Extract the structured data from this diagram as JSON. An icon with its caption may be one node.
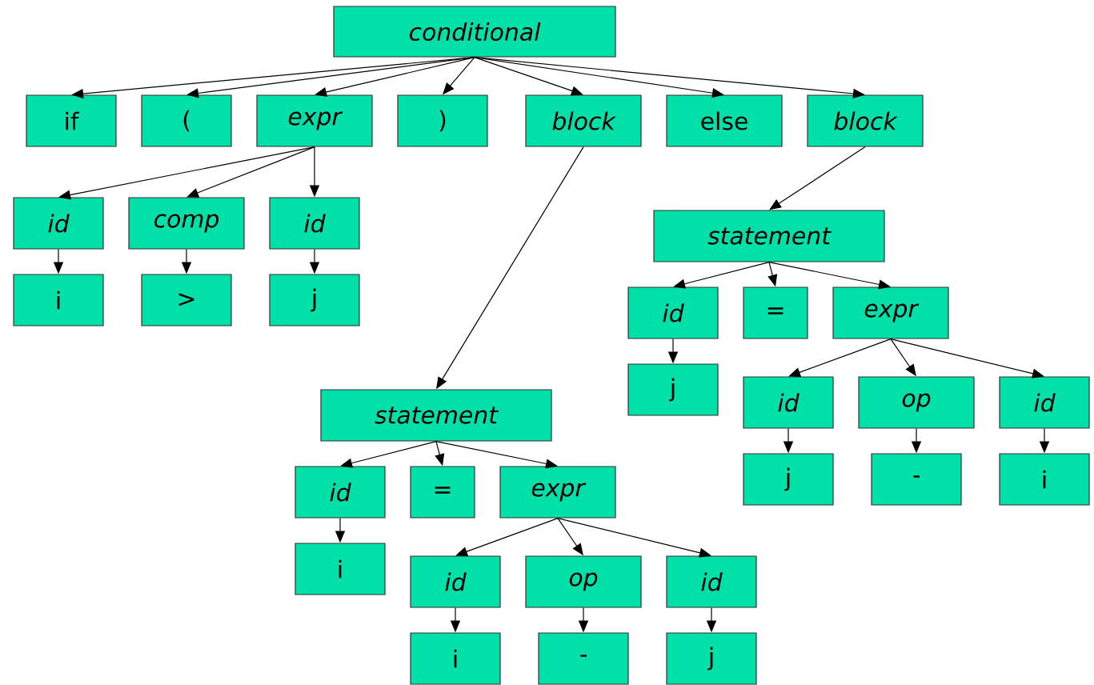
{
  "diagram": {
    "nodes": [
      {
        "text": [
          "conditional"
        ]
      },
      {
        "text": [
          "if"
        ]
      },
      {
        "text": [
          "("
        ]
      },
      {
        "text": [
          "expr"
        ]
      },
      {
        "text": [
          ")"
        ]
      },
      {
        "text": [
          "block"
        ]
      },
      {
        "text": [
          "else"
        ]
      },
      {
        "text": [
          "block"
        ]
      },
      {
        "text": [
          "id"
        ]
      },
      {
        "text": [
          "comp"
        ]
      },
      {
        "text": [
          "id"
        ]
      },
      {
        "text": [
          "i"
        ]
      },
      {
        "text": [
          ">"
        ]
      },
      {
        "text": [
          "j"
        ]
      },
      {
        "text": [
          "statement"
        ]
      },
      {
        "text": [
          "id"
        ]
      },
      {
        "text": [
          "="
        ]
      },
      {
        "text": [
          "expr"
        ]
      },
      {
        "text": [
          "j"
        ]
      },
      {
        "text": [
          "id"
        ]
      },
      {
        "text": [
          "op"
        ]
      },
      {
        "text": [
          "id"
        ]
      },
      {
        "text": [
          "j"
        ]
      },
      {
        "text": [
          "-"
        ]
      },
      {
        "text": [
          "i"
        ]
      },
      {
        "text": [
          "statement"
        ]
      },
      {
        "text": [
          "id"
        ]
      },
      {
        "text": [
          "="
        ]
      },
      {
        "text": [
          "expr"
        ]
      },
      {
        "text": [
          "i"
        ]
      },
      {
        "text": [
          "id"
        ]
      },
      {
        "text": [
          "op"
        ]
      },
      {
        "text": [
          "id"
        ]
      },
      {
        "text": [
          "i"
        ]
      },
      {
        "text": [
          "-"
        ]
      },
      {
        "text": [
          "j"
        ]
      }
    ],
    "edges": [
      {
        "from": 0,
        "to": 1,
        "arrow": "to"
      },
      {
        "from": 0,
        "to": 2,
        "arrow": "to"
      },
      {
        "from": 0,
        "to": 3,
        "arrow": "to"
      },
      {
        "from": 0,
        "to": 4,
        "arrow": "to"
      },
      {
        "from": 0,
        "to": 5,
        "arrow": "to"
      },
      {
        "from": 0,
        "to": 6,
        "arrow": "to"
      },
      {
        "from": 0,
        "to": 7,
        "arrow": "to"
      },
      {
        "from": 3,
        "to": 8,
        "arrow": "to"
      },
      {
        "from": 3,
        "to": 9,
        "arrow": "to"
      },
      {
        "from": 3,
        "to": 10,
        "arrow": "to"
      },
      {
        "from": 8,
        "to": 11,
        "arrow": "to"
      },
      {
        "from": 9,
        "to": 12,
        "arrow": "to"
      },
      {
        "from": 10,
        "to": 13,
        "arrow": "to"
      },
      {
        "from": 7,
        "to": 14,
        "arrow": "to"
      },
      {
        "from": 14,
        "to": 15,
        "arrow": "to"
      },
      {
        "from": 14,
        "to": 16,
        "arrow": "to"
      },
      {
        "from": 14,
        "to": 17,
        "arrow": "to"
      },
      {
        "from": 15,
        "to": 18,
        "arrow": "to"
      },
      {
        "from": 17,
        "to": 19,
        "arrow": "to"
      },
      {
        "from": 17,
        "to": 20,
        "arrow": "to"
      },
      {
        "from": 17,
        "to": 21,
        "arrow": "to"
      },
      {
        "from": 19,
        "to": 22,
        "arrow": "to"
      },
      {
        "from": 20,
        "to": 23,
        "arrow": "to"
      },
      {
        "from": 21,
        "to": 24,
        "arrow": "to"
      },
      {
        "from": 5,
        "to": 25,
        "arrow": "to"
      },
      {
        "from": 25,
        "to": 26,
        "arrow": "to"
      },
      {
        "from": 25,
        "to": 27,
        "arrow": "to"
      },
      {
        "from": 25,
        "to": 28,
        "arrow": "to"
      },
      {
        "from": 26,
        "to": 29,
        "arrow": "to"
      },
      {
        "from": 28,
        "to": 30,
        "arrow": "to"
      },
      {
        "from": 28,
        "to": 31,
        "arrow": "to"
      },
      {
        "from": 28,
        "to": 32,
        "arrow": "to"
      },
      {
        "from": 30,
        "to": 33,
        "arrow": "to"
      },
      {
        "from": 31,
        "to": 34,
        "arrow": "to"
      },
      {
        "from": 32,
        "to": 35,
        "arrow": "to"
      }
    ]
  }
}
